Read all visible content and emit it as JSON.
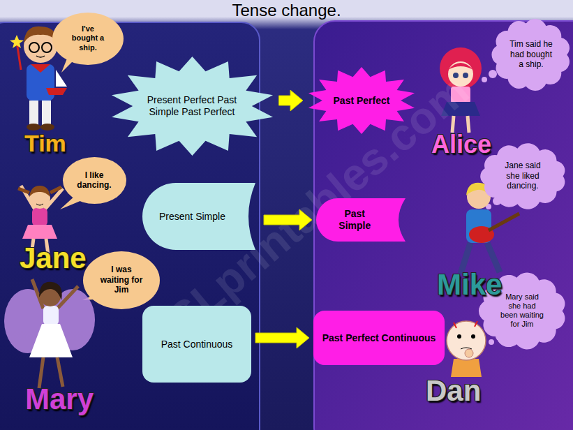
{
  "diagram": {
    "title": "Tense change.",
    "nodes": [
      {
        "text": [
          "I've bought a ship."
        ]
      },
      {
        "text": [
          "Present Perfect Past Simple Past Perfect"
        ]
      },
      {
        "text": [
          "Past Perfect"
        ]
      },
      {
        "text": [
          "Tim said he had bought a ship."
        ]
      },
      {
        "text": [
          "I like dancing."
        ]
      },
      {
        "text": [
          "Present Simple"
        ]
      },
      {
        "text": [
          "Past Simple"
        ]
      },
      {
        "text": [
          "Jane said she liked dancing."
        ]
      },
      {
        "text": [
          "I was waiting for Jim"
        ]
      },
      {
        "text": [
          "Past Continuous"
        ]
      },
      {
        "text": [
          "Past Perfect Continuous"
        ]
      },
      {
        "text": [
          "Mary said she had been waiting for Jim"
        ]
      }
    ],
    "edges": [
      {
        "from": 1,
        "to": 2,
        "arrow": "to"
      },
      {
        "from": 5,
        "to": 6,
        "arrow": "to"
      },
      {
        "from": 9,
        "to": 10,
        "arrow": "to"
      }
    ],
    "labels": [
      "Tim",
      "Jane",
      "Mary",
      "Alice",
      "Mike",
      "Dan",
      "ESLprintables.com"
    ]
  }
}
